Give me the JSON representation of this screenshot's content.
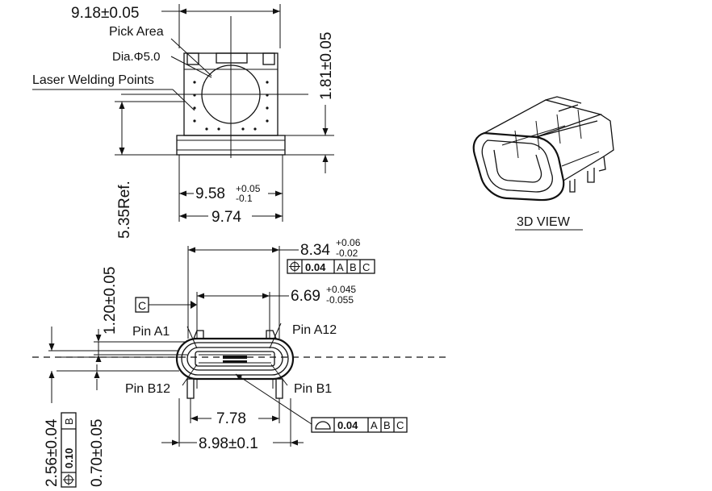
{
  "top_view": {
    "width_dim": "9.18±0.05",
    "pick_area_label": "Pick Area",
    "pick_dia_label": "Dia.Φ5.0",
    "laser_label": "Laser Welding Points",
    "height_dim": "1.81±0.05",
    "ref_dim": "5.35Ref.",
    "inner_width_base": "9.58",
    "inner_width_tol_plus": "+0.05",
    "inner_width_tol_minus": "-0.1",
    "outer_width_dim": "9.74"
  },
  "three_d": {
    "label": "3D VIEW"
  },
  "front_view": {
    "width_base": "8.34",
    "width_tol_plus": "+0.06",
    "width_tol_minus": "-0.02",
    "width_fcf": {
      "symbol": "position",
      "value": "0.04",
      "refs": [
        "A",
        "B",
        "C"
      ]
    },
    "inner_base": "6.69",
    "inner_tol_plus": "+0.045",
    "inner_tol_minus": "-0.055",
    "datum_c": "C",
    "height_dim": "1.20±0.05",
    "pin_a1": "Pin A1",
    "pin_a12": "Pin A12",
    "pin_b12": "Pin B12",
    "pin_b1": "Pin B1",
    "pin_span": "7.78",
    "leg_span": "8.98±0.1",
    "profile_fcf": {
      "symbol": "profile",
      "value": "0.04",
      "refs": [
        "A",
        "B",
        "C"
      ]
    },
    "left_dim_1": "2.56±0.04",
    "left_fcf": {
      "symbol": "position",
      "value": "0.10",
      "refs": [
        "B"
      ]
    },
    "left_dim_2": "0.70±0.05"
  }
}
